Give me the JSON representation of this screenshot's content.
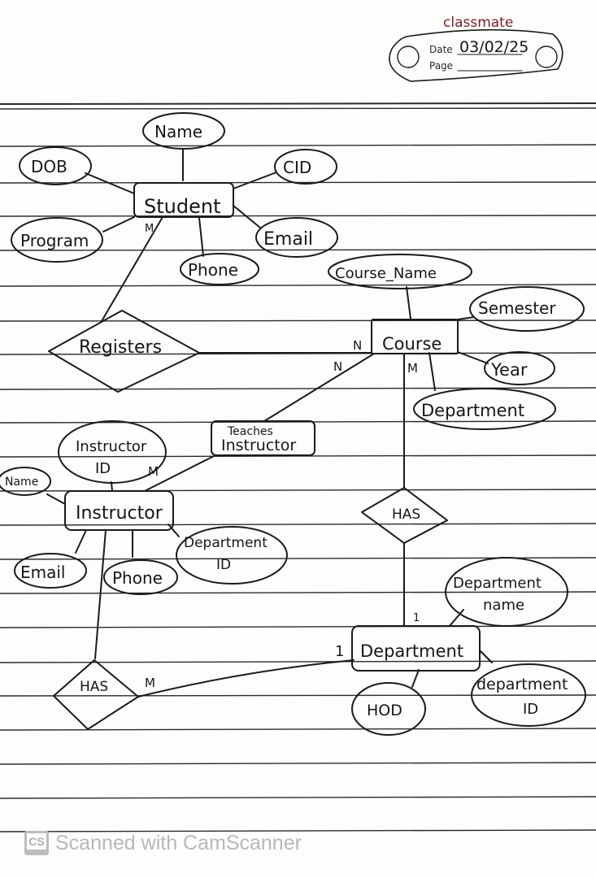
{
  "header": {
    "brand": "classmate",
    "date_label": "Date",
    "date_value": "03/02/25",
    "page_label": "Page",
    "page_value": ""
  },
  "diagram": {
    "type": "ER diagram",
    "entities": {
      "student": "Student",
      "course": "Course",
      "instructor": "Instructor",
      "department": "Department"
    },
    "relationships": {
      "registers": "Registers",
      "teaches_line1": "Teaches",
      "teaches_line2": "Instructor",
      "course_has": "HAS",
      "instructor_has": "HAS"
    },
    "attributes": {
      "student": [
        "Name",
        "DOB",
        "CID",
        "Program",
        "Email",
        "Phone"
      ],
      "course": [
        "Course_Name",
        "Semester",
        "Year",
        "Department"
      ],
      "instructor": [
        "Instructor ID",
        "Name",
        "Email",
        "Phone",
        "Department ID"
      ],
      "department": [
        "Department name",
        "HOD",
        "department ID"
      ]
    },
    "attribute_lines": {
      "instructor_id": [
        "Instructor",
        "ID"
      ],
      "department_id": [
        "Department",
        "ID"
      ],
      "department_name": [
        "Department",
        "name"
      ],
      "dept_id_lower": [
        "department",
        "ID"
      ]
    },
    "cardinalities": {
      "student_registers": "M",
      "course_registers": "N",
      "course_teaches": "N",
      "instructor_teaches": "M",
      "course_has": "M",
      "department_has_course": "1",
      "department_has_instructor": "1",
      "instructor_has": "M"
    }
  },
  "watermark": {
    "logo": "CS",
    "text": "Scanned with CamScanner"
  }
}
